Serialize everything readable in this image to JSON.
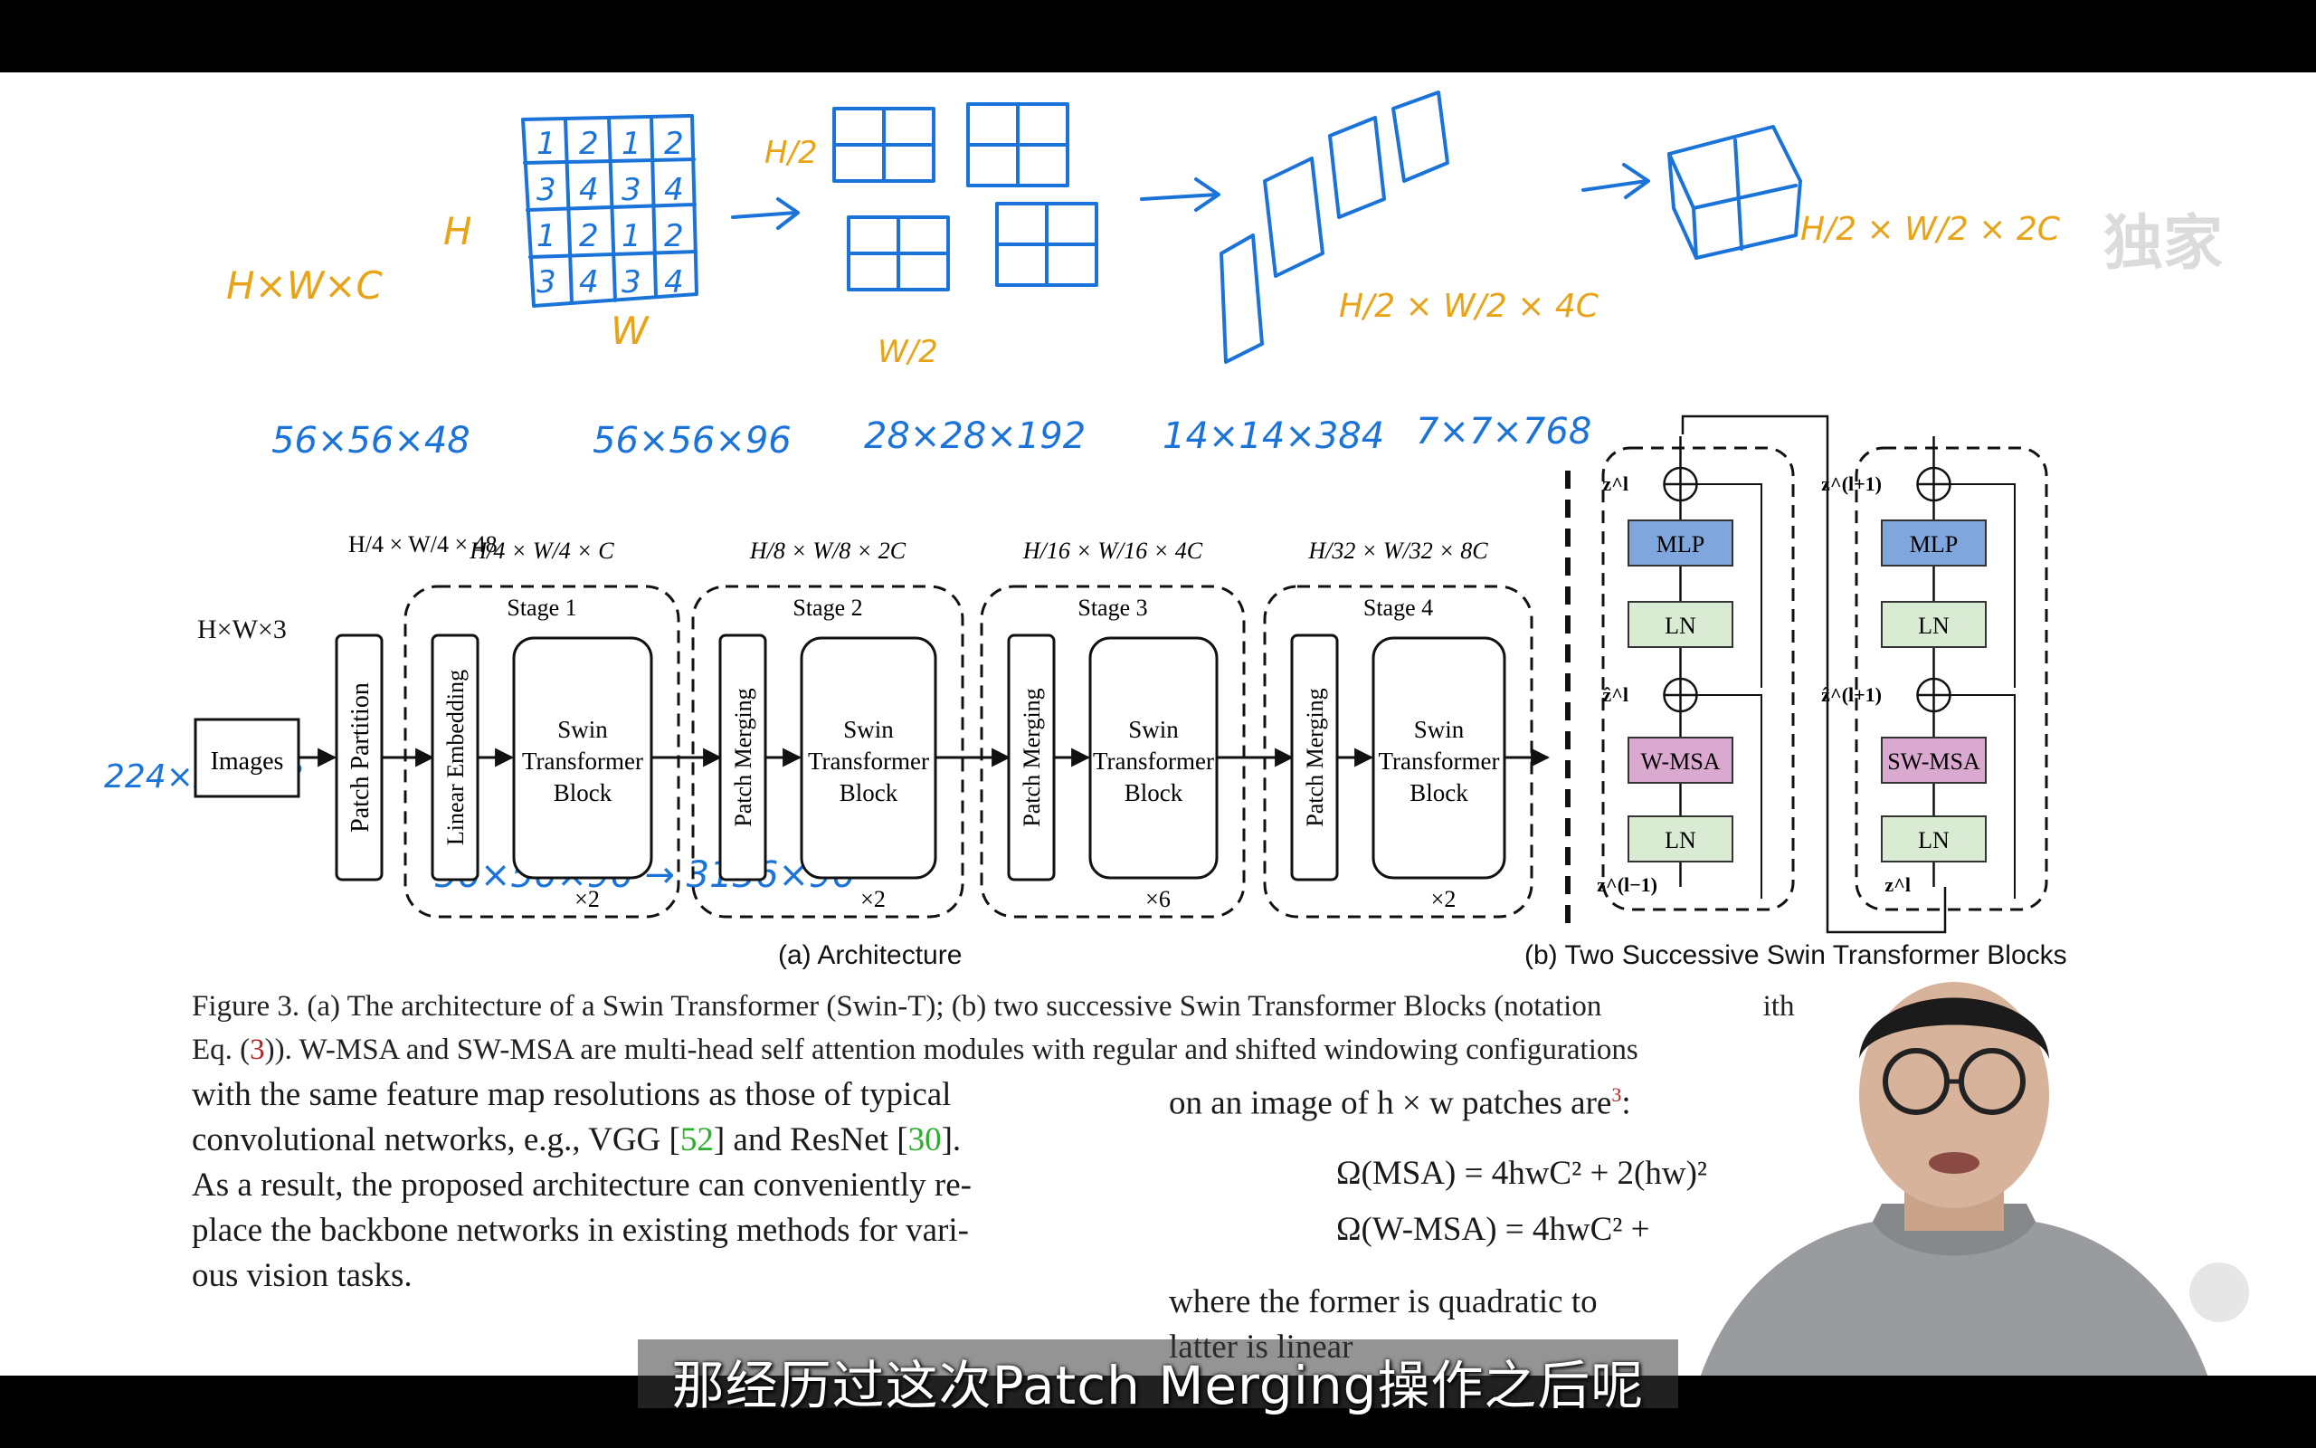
{
  "diagram": {
    "input_dim": "H×W×3",
    "input_label": "Images",
    "patch_partition": "Patch Partition",
    "linear_embedding": "Linear Embedding",
    "patch_merging": "Patch Merging",
    "swin_block_l1": "Swin",
    "swin_block_l2": "Transformer",
    "swin_block_l3": "Block",
    "stages": [
      {
        "name": "Stage 1",
        "dim": "H/4 × W/4 × C",
        "repeat": "×2"
      },
      {
        "name": "Stage 2",
        "dim": "H/8 × W/8 × 2C",
        "repeat": "×2"
      },
      {
        "name": "Stage 3",
        "dim": "H/16 × W/16 × 4C",
        "repeat": "×6"
      },
      {
        "name": "Stage 4",
        "dim": "H/32 × W/32 × 8C",
        "repeat": "×2"
      }
    ],
    "pre_dim": "H/4 × W/4 × 48",
    "caption_a": "(a) Architecture",
    "caption_b": "(b) Two Successive Swin Transformer Blocks",
    "block_a": {
      "mlp": "MLP",
      "ln": "LN",
      "attn": "W-MSA",
      "z_out": "z^l",
      "z_hat": "ẑ^l",
      "z_in": "z^(l−1)"
    },
    "block_b": {
      "mlp": "MLP",
      "ln": "LN",
      "attn": "SW-MSA",
      "z_out": "z^(l+1)",
      "z_hat": "ẑ^(l+1)",
      "z_in": "z^l"
    }
  },
  "annotations": {
    "hwc": "H×W×C",
    "h": "H",
    "w": "W",
    "half_h": "H/2",
    "half_w": "W/2",
    "quarter": "H/2 × W/2 × 4C",
    "final": "H/2 × W/2 × 2C",
    "grid": [
      [
        "1",
        "2",
        "1",
        "2"
      ],
      [
        "3",
        "4",
        "3",
        "4"
      ],
      [
        "1",
        "2",
        "1",
        "2"
      ],
      [
        "3",
        "4",
        "3",
        "4"
      ]
    ],
    "dim_pre": "56×56×48",
    "dim_s1": "56×56×96",
    "dim_s2": "28×28×192",
    "dim_s3": "14×14×384",
    "dim_s4": "7×7×768",
    "dim_in": "224×224×3",
    "dim_flat": "56×56×96 → 3136×96"
  },
  "caption": {
    "line1": "Figure 3. (a) The architecture of a Swin Transformer (Swin-T); (b) two successive Swin Transformer Blocks (notation",
    "line1_tail": "ith",
    "line2_a": "Eq. (",
    "line2_ref": "3",
    "line2_b": ")). W-MSA and SW-MSA are multi-head self attention modules with regular and shifted windowing configurations"
  },
  "left_text": {
    "l1": "with the same feature map resolutions as those of typical",
    "l2a": "convolutional networks, e.g., VGG [",
    "l2ref1": "52",
    "l2b": "] and ResNet [",
    "l2ref2": "30",
    "l2c": "].",
    "l3": "As a result, the proposed architecture can conveniently re-",
    "l4": "place the backbone networks in existing methods for vari-",
    "l5": "ous vision tasks."
  },
  "right_text": {
    "l1a": "on an image of h × w patches are",
    "l1sup": "3",
    "l1b": ":",
    "eq1": "Ω(MSA) = 4hwC² + 2(hw)²",
    "eq2": "Ω(W-MSA) = 4hwC² +",
    "l2": "where the former is quadratic to",
    "l3": "latter is linear"
  },
  "subtitle": "那经历过这次Patch Merging操作之后呢",
  "watermark": "独家"
}
